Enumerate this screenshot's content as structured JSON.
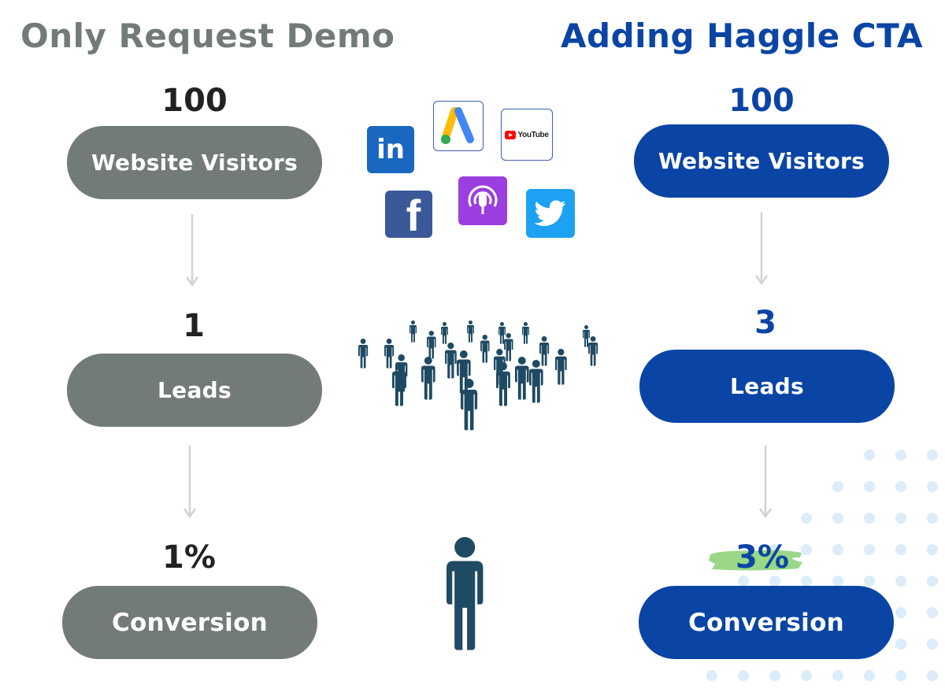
{
  "left": {
    "title": "Only Request Demo",
    "visitors_count": "100",
    "visitors_label": "Website Visitors",
    "leads_count": "1",
    "leads_label": "Leads",
    "conversion_rate": "1%",
    "conversion_label": "Conversion"
  },
  "right": {
    "title": "Adding Haggle CTA",
    "visitors_count": "100",
    "visitors_label": "Website Visitors",
    "leads_count": "3",
    "leads_label": "Leads",
    "conversion_rate": "3%",
    "conversion_label": "Conversion"
  },
  "channels": {
    "linkedin": "in",
    "youtube": "YouTube",
    "facebook": "f"
  },
  "colors": {
    "gray": "#737b7a",
    "blue": "#0a45a5",
    "people": "#1f4a63",
    "highlight": "#8fd47a"
  }
}
